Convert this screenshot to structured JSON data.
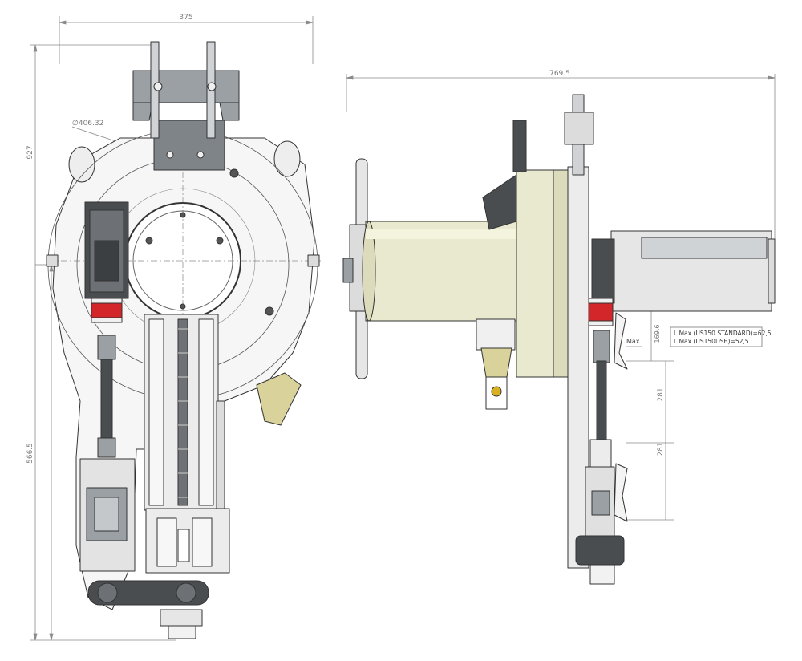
{
  "dimensions": {
    "front_width": "375",
    "front_height": "927",
    "front_diameter": "∅406.32",
    "front_lower_height": "566.5",
    "side_width": "769.5",
    "side_dim_upper": "281",
    "side_dim_lower": "281",
    "side_small_dim": "169.6",
    "l_max_label": "L Max"
  },
  "notes": {
    "standard": "L Max (US150 STANDARD)=62,5",
    "dsb": "L Max (US150DSB)=52,5"
  },
  "colors": {
    "line": "#333333",
    "dim": "#7a7a7a",
    "steel": "#9aa0a4",
    "dark": "#4a4d50",
    "cream": "#e9e9cf",
    "red": "#d2262a",
    "brass": "#d9d29a",
    "white": "#f4f4f4"
  }
}
